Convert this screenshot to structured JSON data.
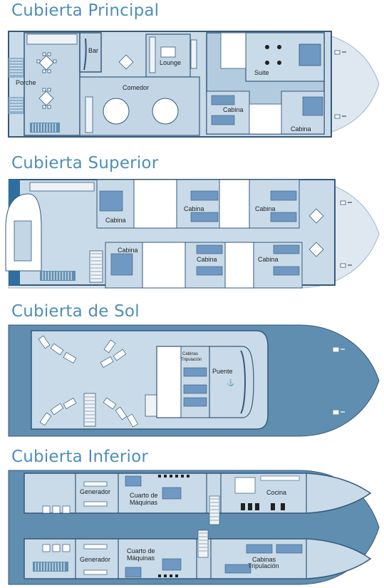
{
  "decks": {
    "principal": {
      "title": "Cubierta Principal",
      "rooms": {
        "porche": "Porche",
        "bar": "Bar",
        "lounge": "Lounge",
        "comedor": "Comedor",
        "suite": "Suite",
        "cabina_a": "Cabina",
        "cabina_b": "Cabina"
      }
    },
    "superior": {
      "title": "Cubierta Superior",
      "rooms": {
        "cabina_1": "Cabina",
        "cabina_2": "Cabina",
        "cabina_3": "Cabina",
        "cabina_4": "Cabina",
        "cabina_5": "Cabina",
        "cabina_6": "Cabina"
      }
    },
    "sol": {
      "title": "Cubierta de Sol",
      "rooms": {
        "cabinas_line1": "Cabinas",
        "cabinas_line2": "Tripulación",
        "puente": "Puente"
      }
    },
    "inferior": {
      "title": "Cubierta Inferior",
      "rooms": {
        "generador_1": "Generador",
        "cuarto_1_line1": "Cuarto de",
        "cuarto_1_line2": "Máquinas",
        "cocina": "Cocina",
        "generador_2": "Generador",
        "cuarto_2_line1": "Cuarto de",
        "cuarto_2_line2": "Máquinas",
        "cabinas_line1": "Cabinas",
        "cabinas_line2": "Tripulación"
      }
    }
  },
  "colors": {
    "title": "#4e8fb7",
    "hull_light": "#dfe8f0",
    "hull_dark": "#5f8eb0",
    "room_fill": "#c2d6e6",
    "room_dark": "#8eb1cc",
    "wall": "#36597a",
    "bed": "#6f98c2"
  }
}
